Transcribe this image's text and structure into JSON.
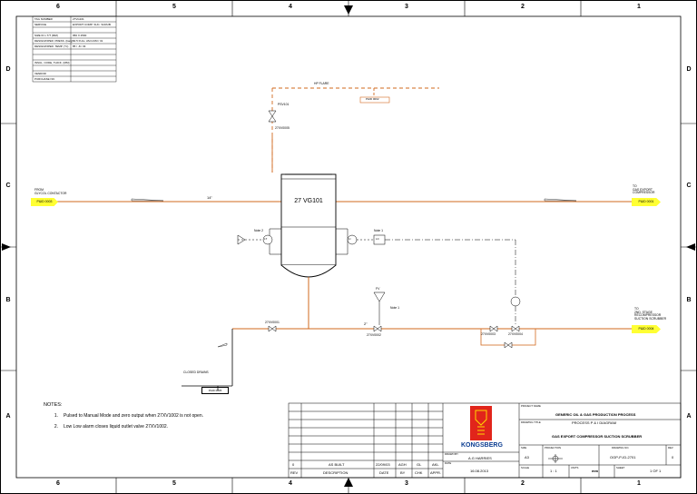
{
  "border": {
    "col_numbers": [
      "6",
      "5",
      "4",
      "3",
      "2",
      "1"
    ],
    "row_letters": [
      "D",
      "C",
      "B",
      "A"
    ]
  },
  "data_table": {
    "rows": [
      {
        "label": "TAG NUMBER",
        "value": "27VG101"
      },
      {
        "label": "SERVICE",
        "value": "EXPORT COMP. SUC. SCRUB."
      },
      {
        "label": "",
        "value": ""
      },
      {
        "label": "SIZE ID x T/T (MM)",
        "value": "950 X 2500"
      },
      {
        "label": "DESIGN/OPER. PRESS. (barg)",
        "value": "82.5 FULL VACUUM / 31"
      },
      {
        "label": "DESIGN/OPER. TEMP. (°C)",
        "value": "85 / -8 / 33"
      },
      {
        "label": "",
        "value": ""
      },
      {
        "label": "",
        "value": ""
      },
      {
        "label": "INSUL. CODE, THICK. (MM)",
        "value": ""
      },
      {
        "label": "",
        "value": ""
      },
      {
        "label": "VENDOR",
        "value": ""
      },
      {
        "label": "PURCHASE NO.",
        "value": ""
      }
    ]
  },
  "diagram": {
    "vessel_tag": "27 VG101",
    "hp_flare_label": "HP FLARE",
    "from_label": "FROM\nGLYCOL CONTACTOR",
    "to_export_label": "TO\nGAS EXPORT\nCOMPRESSOR",
    "to_suction_label": "TO\n2ND. STAGE\nRECOMPRESSOR\nSUCTION SCRUBBER",
    "closed_drains_label": "CLOSED DRAINS",
    "line_size_main": "14\"",
    "line_size_drain": "2\"",
    "psv_tag": "PSV101",
    "valve_tags": [
      "27XV0001",
      "27XV0005",
      "27XV0002",
      "27XV0003",
      "27XV0004"
    ],
    "level_tags": [
      "LT",
      "LC",
      "LI"
    ],
    "note_refs": [
      "Note 1",
      "Note 2"
    ],
    "fv_tag": "FV",
    "tags": {
      "inlet": "P&ID 0003",
      "export": "P&ID 0001",
      "suction": "P&ID 0004",
      "flare": "P&ID 0002",
      "drains": "P&ID 0005"
    }
  },
  "notes": {
    "heading": "NOTES:",
    "items": [
      {
        "num": "1.",
        "text": "Pulsed to Manual Mode and zero output when 27XV1002 is not open."
      },
      {
        "num": "2.",
        "text": "Low Low alarm closes liquid outlet valve 27XV1002."
      }
    ]
  },
  "title_block": {
    "rev": "0",
    "rev_description": "AS BUILT",
    "rev_date": "22/09/03",
    "rev_by": "AGH",
    "rev_chk": "GL",
    "rev_appr": "AKL",
    "col_rev": "REV",
    "col_description": "DESCRIPTION",
    "col_date": "DATE",
    "col_by": "BY",
    "col_chk": "CHK",
    "col_appr": "APPR.",
    "company": "KONGSBERG",
    "drawn_by_label": "DRAWN BY",
    "drawn_by": "A.G HARRIES",
    "date_label": "DATE",
    "date": "16.08.2013",
    "project_name_label": "PROJECT NAME",
    "project_name": "GENERIC OIL & GAS PRODUCTION PROCESS",
    "drawing_title_label": "DRAWING TITLE",
    "drawing_subtitle": "PROCESS P & I DIAGRAM",
    "drawing_title": "GAS EXPORT COMPRESSOR SUCTION SCRUBBER",
    "size_label": "SIZE",
    "size": "A3",
    "projection_label": "PROJECTION",
    "drawing_no_label": "DRAWING NO.",
    "drawing_no": "OGP-P-ID-2701",
    "rev_label": "REV",
    "rev_value": "0",
    "scale_label": "SCALE",
    "scale": "1 : 1",
    "units_label": "UNITS",
    "units": "mm",
    "sheet_label": "SHEET",
    "sheet": "1 OF 1"
  },
  "colors": {
    "process_line": "#d2691e",
    "tag_fill": "#ffff33",
    "logo_red": "#e1251b"
  }
}
